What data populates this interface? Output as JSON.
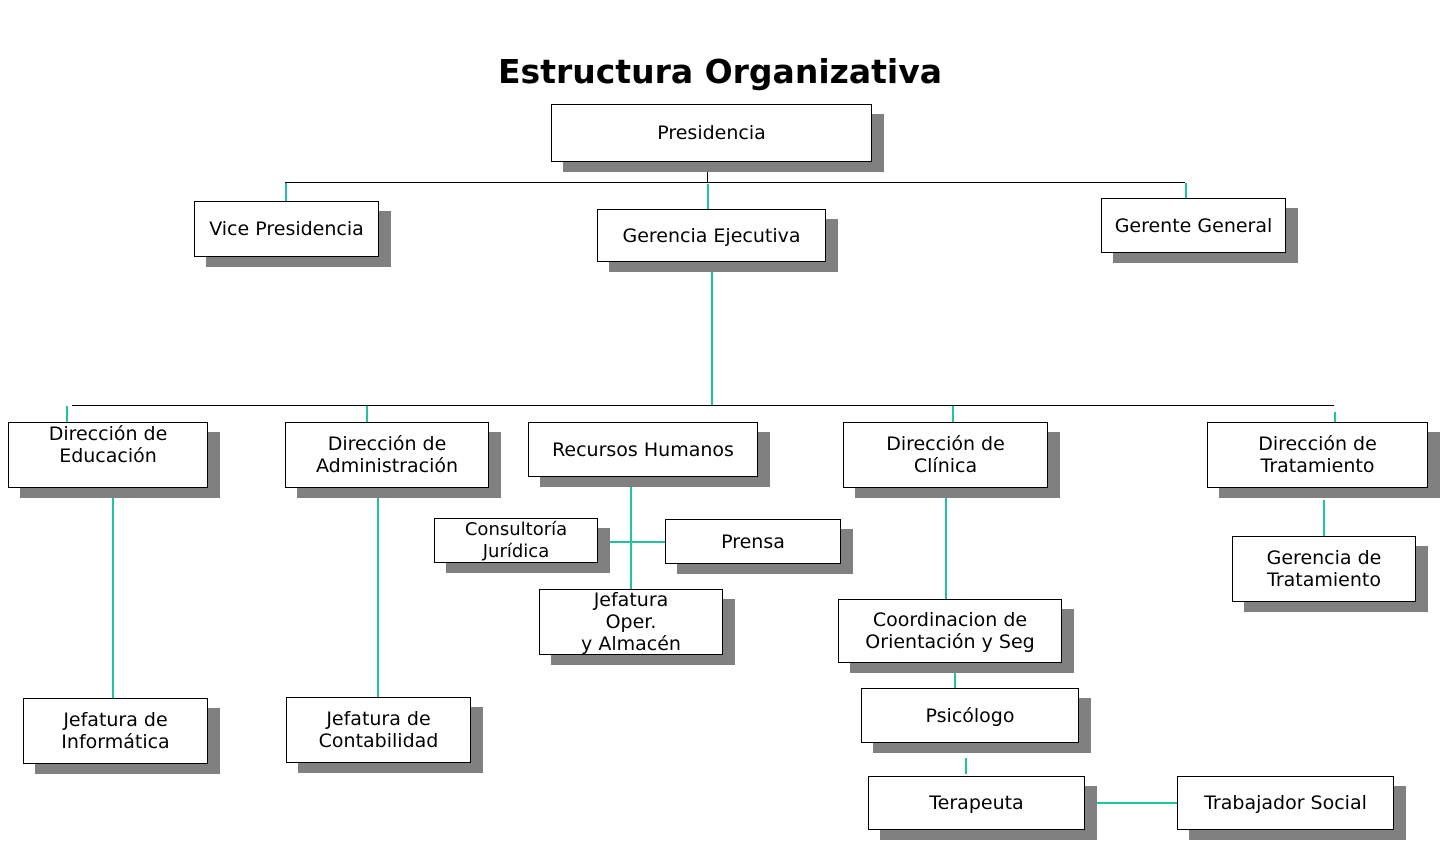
{
  "title": "Estructura Organizativa",
  "colors": {
    "connector": "#1fc49a",
    "shadow": "#808080",
    "border": "#000000"
  },
  "nodes": {
    "presidencia": "Presidencia",
    "vice_presidencia": "Vice Presidencia",
    "gerencia_ejecutiva": "Gerencia Ejecutiva",
    "gerente_general": "Gerente General",
    "direccion_educacion": "Dirección de\nEducación",
    "direccion_administracion": "Dirección de\nAdministración",
    "recursos_humanos": "Recursos Humanos",
    "direccion_clinica": "Dirección de\nClínica",
    "direccion_tratamiento": "Dirección de\nTratamiento",
    "consultoria_juridica": "Consultoría\nJurídica",
    "prensa": "Prensa",
    "jefatura_oper_almacen": "Jefatura\nOper.\ny Almacén",
    "gerencia_tratamiento": "Gerencia de\nTratamiento",
    "coordinacion_orientacion": "Coordinacion de\nOrientación y Seg",
    "psicologo": "Psicólogo",
    "terapeuta": "Terapeuta",
    "trabajador_social": "Trabajador Social",
    "jefatura_informatica": "Jefatura de\nInformática",
    "jefatura_contabilidad": "Jefatura de\nContabilidad"
  }
}
